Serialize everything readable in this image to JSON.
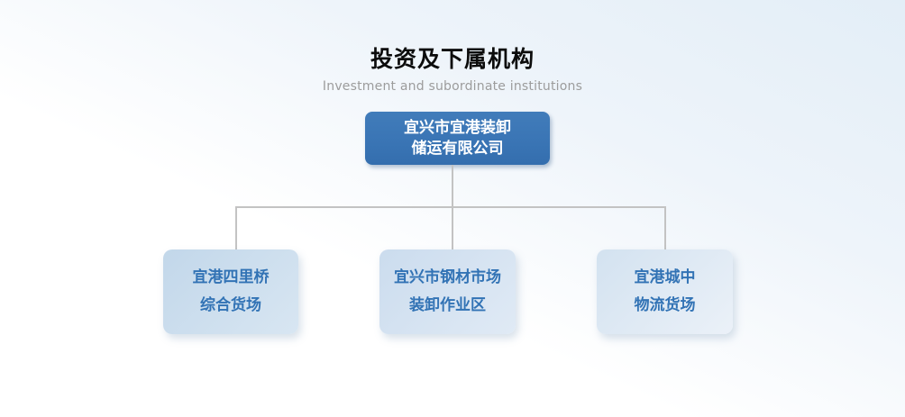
{
  "header": {
    "title": "投资及下属机构",
    "subtitle": "Investment and subordinate institutions"
  },
  "org_chart": {
    "root": {
      "line1": "宜兴市宜港装卸",
      "line2": "储运有限公司"
    },
    "children": [
      {
        "line1": "宜港四里桥",
        "line2": "综合货场"
      },
      {
        "line1": "宜兴市钢材市场",
        "line2": "装卸作业区"
      },
      {
        "line1": "宜港城中",
        "line2": "物流货场"
      }
    ]
  },
  "colors": {
    "root_box": "#3a75b5",
    "root_text": "#ffffff",
    "child_text": "#3273b5",
    "child_box_1": "#c2d7ea",
    "child_box_2": "#cbdcee",
    "child_box_3": "#d3e2f0",
    "connector": "#c3c3c3",
    "title_text": "#0c0c0c",
    "subtitle_text": "#9c9c9c",
    "background_top": "#e3eef7",
    "background_bottom": "#ffffff"
  }
}
